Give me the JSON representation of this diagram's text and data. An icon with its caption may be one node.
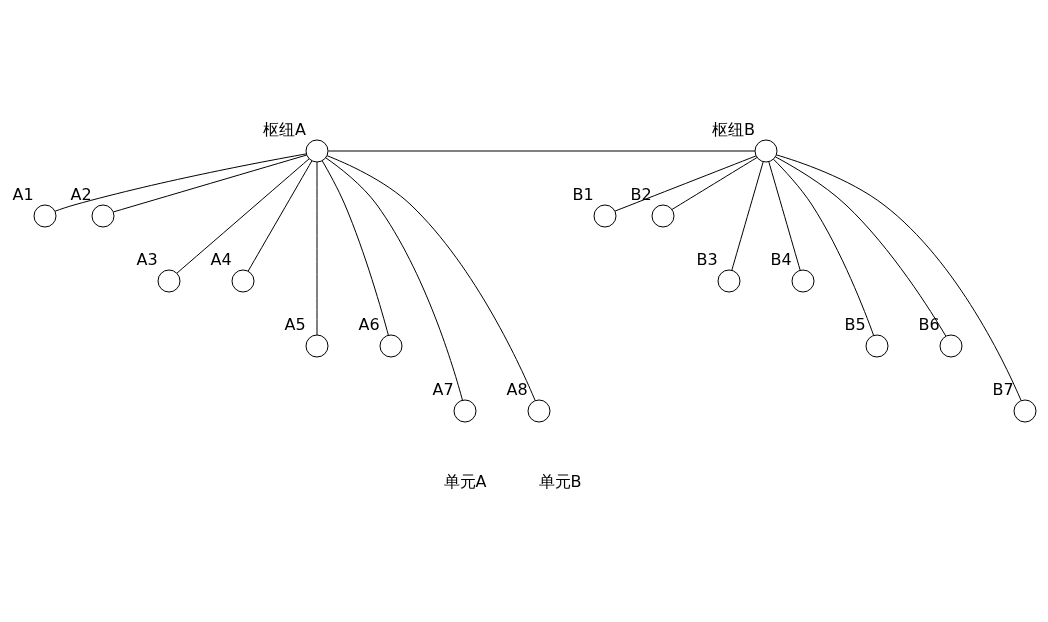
{
  "diagram": {
    "nodes": [
      {
        "text": [],
        "shape": "circle",
        "beside": [
          "枢纽A"
        ]
      },
      {
        "text": [],
        "shape": "circle",
        "beside": [
          "枢纽B"
        ]
      },
      {
        "text": [],
        "shape": "circle",
        "beside": [
          "A1"
        ]
      },
      {
        "text": [],
        "shape": "circle",
        "beside": [
          "A2"
        ]
      },
      {
        "text": [],
        "shape": "circle",
        "beside": [
          "B1"
        ]
      },
      {
        "text": [],
        "shape": "circle",
        "beside": [
          "B2"
        ]
      },
      {
        "text": [],
        "shape": "circle",
        "beside": [
          "A3"
        ]
      },
      {
        "text": [],
        "shape": "circle",
        "beside": [
          "A4"
        ]
      },
      {
        "text": [],
        "shape": "circle",
        "beside": [
          "B3"
        ]
      },
      {
        "text": [],
        "shape": "circle",
        "beside": [
          "B4"
        ]
      },
      {
        "text": [],
        "shape": "circle",
        "beside": [
          "A5"
        ]
      },
      {
        "text": [],
        "shape": "circle",
        "beside": [
          "A6"
        ]
      },
      {
        "text": [],
        "shape": "circle",
        "beside": [
          "B5"
        ]
      },
      {
        "text": [],
        "shape": "circle",
        "beside": [
          "B6"
        ]
      },
      {
        "text": [],
        "shape": "circle",
        "beside": [
          "A7"
        ]
      },
      {
        "text": [],
        "shape": "circle",
        "beside": [
          "A8"
        ]
      },
      {
        "text": [],
        "shape": "circle",
        "beside": [
          "B7"
        ]
      }
    ],
    "edges": [
      {
        "from": 0,
        "to": 1,
        "arrow": "none"
      },
      {
        "from": 0,
        "to": 2,
        "arrow": "none"
      },
      {
        "from": 0,
        "to": 3,
        "arrow": "none"
      },
      {
        "from": 0,
        "to": 6,
        "arrow": "none"
      },
      {
        "from": 0,
        "to": 7,
        "arrow": "none"
      },
      {
        "from": 0,
        "to": 10,
        "arrow": "none"
      },
      {
        "from": 0,
        "to": 11,
        "arrow": "none"
      },
      {
        "from": 0,
        "to": 14,
        "arrow": "none"
      },
      {
        "from": 0,
        "to": 15,
        "arrow": "none"
      },
      {
        "from": 1,
        "to": 4,
        "arrow": "none"
      },
      {
        "from": 1,
        "to": 5,
        "arrow": "none"
      },
      {
        "from": 1,
        "to": 8,
        "arrow": "none"
      },
      {
        "from": 1,
        "to": 9,
        "arrow": "none"
      },
      {
        "from": 1,
        "to": 12,
        "arrow": "none"
      },
      {
        "from": 1,
        "to": 13,
        "arrow": "none"
      },
      {
        "from": 1,
        "to": 16,
        "arrow": "none"
      }
    ],
    "labels": [
      "单元A",
      "单元B"
    ]
  }
}
